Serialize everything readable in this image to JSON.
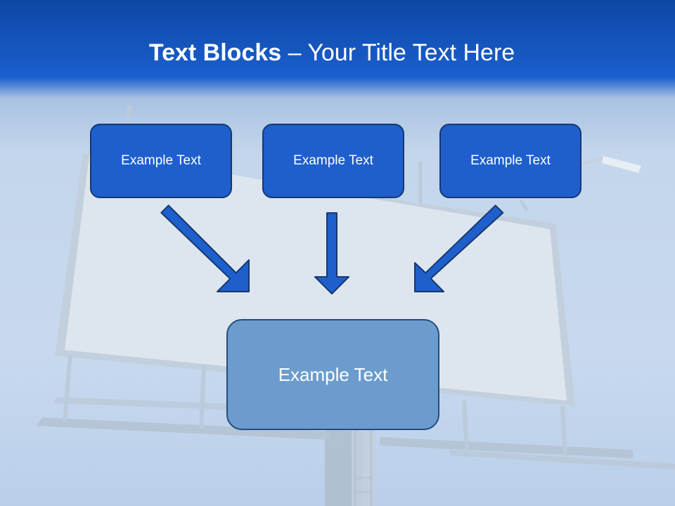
{
  "title": {
    "bold": "Text Blocks",
    "rest": " – Your Title Text Here"
  },
  "top_blocks": [
    {
      "label": "Example Text"
    },
    {
      "label": "Example Text"
    },
    {
      "label": "Example Text"
    }
  ],
  "center_block": {
    "label": "Example Text"
  },
  "colors": {
    "header_top": "#0e47a3",
    "block_fill": "#1e5fcc",
    "block_border": "#17386e",
    "center_fill": "#6b9ccd",
    "arrow_fill": "#1e5fcc"
  },
  "icons": [
    "arrow-down-right-icon",
    "arrow-down-icon",
    "arrow-down-left-icon"
  ]
}
